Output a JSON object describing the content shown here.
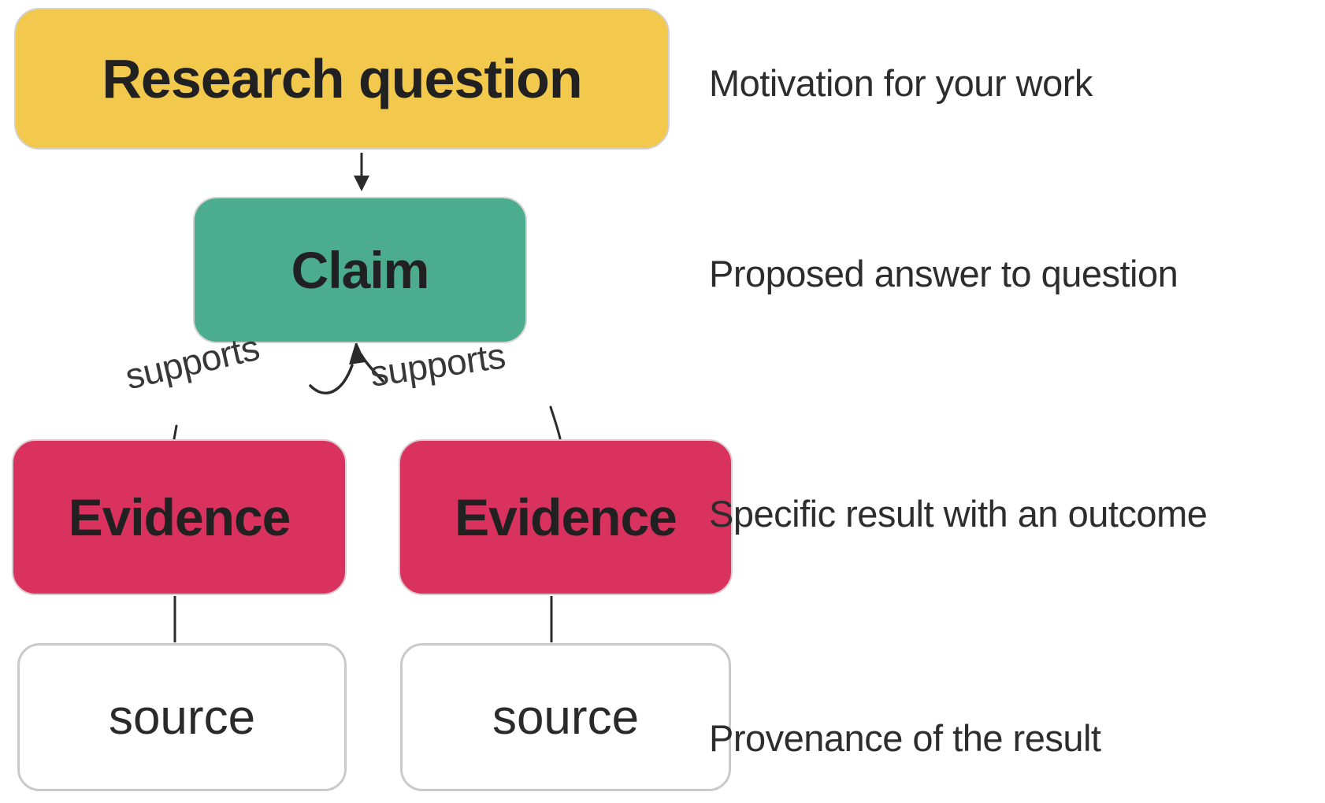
{
  "diagram": {
    "nodes": [
      {
        "id": "research-question",
        "label": "Research question",
        "color": "#F2C94C"
      },
      {
        "id": "claim",
        "label": "Claim",
        "color": "#4CAC8E"
      },
      {
        "id": "evidence-left",
        "label": "Evidence",
        "color": "#D9325F"
      },
      {
        "id": "evidence-right",
        "label": "Evidence",
        "color": "#D9325F"
      },
      {
        "id": "source-left",
        "label": "source",
        "color": "#ffffff"
      },
      {
        "id": "source-right",
        "label": "source",
        "color": "#ffffff"
      }
    ],
    "edge_labels": [
      {
        "id": "supports-left",
        "label": "supports"
      },
      {
        "id": "supports-right",
        "label": "supports"
      }
    ],
    "annotations": [
      {
        "id": "annotation-research-question",
        "label": "Motivation for your work"
      },
      {
        "id": "annotation-claim",
        "label": "Proposed answer to question"
      },
      {
        "id": "annotation-evidence",
        "label": "Specific result with an outcome"
      },
      {
        "id": "annotation-source",
        "label": "Provenance of the result"
      }
    ],
    "colors": {
      "line": "#2b2b2b",
      "box_border": "#d2d2d2",
      "label_text": "#212121",
      "annotation_text": "#2d2d2d"
    }
  }
}
